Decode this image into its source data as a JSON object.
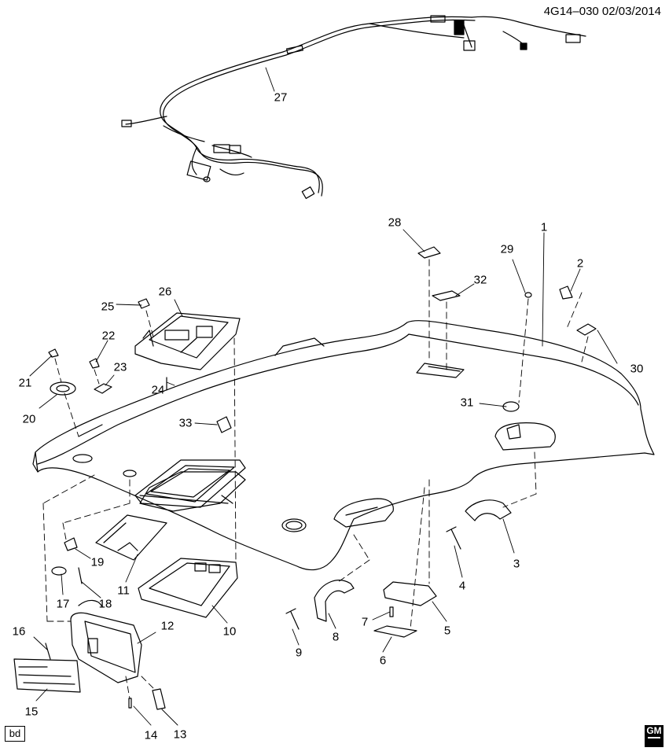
{
  "header": {
    "code": "4G14–030  02/03/2014"
  },
  "footer": {
    "left_badge": "bd",
    "logo_text": "GM"
  },
  "callouts": [
    {
      "id": "c1",
      "text": "1"
    },
    {
      "id": "c2",
      "text": "2"
    },
    {
      "id": "c3",
      "text": "3"
    },
    {
      "id": "c4",
      "text": "4"
    },
    {
      "id": "c5",
      "text": "5"
    },
    {
      "id": "c6",
      "text": "6"
    },
    {
      "id": "c7",
      "text": "7"
    },
    {
      "id": "c8",
      "text": "8"
    },
    {
      "id": "c9",
      "text": "9"
    },
    {
      "id": "c10",
      "text": "10"
    },
    {
      "id": "c11",
      "text": "11"
    },
    {
      "id": "c12",
      "text": "12"
    },
    {
      "id": "c13",
      "text": "13"
    },
    {
      "id": "c14",
      "text": "14"
    },
    {
      "id": "c15",
      "text": "15"
    },
    {
      "id": "c16",
      "text": "16"
    },
    {
      "id": "c17",
      "text": "17"
    },
    {
      "id": "c18",
      "text": "18"
    },
    {
      "id": "c19",
      "text": "19"
    },
    {
      "id": "c20",
      "text": "20"
    },
    {
      "id": "c21",
      "text": "21"
    },
    {
      "id": "c22",
      "text": "22"
    },
    {
      "id": "c23",
      "text": "23"
    },
    {
      "id": "c24",
      "text": "24"
    },
    {
      "id": "c25",
      "text": "25"
    },
    {
      "id": "c26",
      "text": "26"
    },
    {
      "id": "c27",
      "text": "27"
    },
    {
      "id": "c28",
      "text": "28"
    },
    {
      "id": "c29",
      "text": "29"
    },
    {
      "id": "c30",
      "text": "30"
    },
    {
      "id": "c31",
      "text": "31"
    },
    {
      "id": "c32",
      "text": "32"
    },
    {
      "id": "c33",
      "text": "33"
    }
  ]
}
